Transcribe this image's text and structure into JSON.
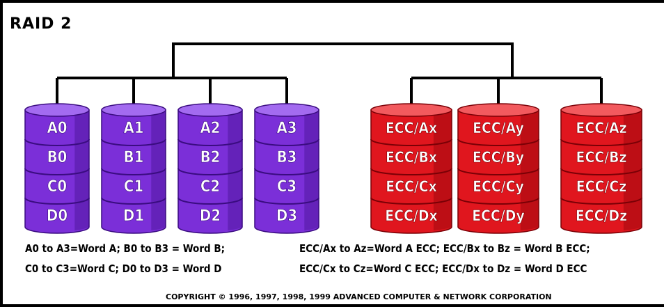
{
  "title": "RAID 2",
  "data_disks": {
    "color_side": "#7B2FD8",
    "color_top": "#A36BF0",
    "color_dark": "#3A0C80",
    "disks": [
      {
        "labels": [
          "A0",
          "B0",
          "C0",
          "D0"
        ]
      },
      {
        "labels": [
          "A1",
          "B1",
          "C1",
          "D1"
        ]
      },
      {
        "labels": [
          "A2",
          "B2",
          "C2",
          "D2"
        ]
      },
      {
        "labels": [
          "A3",
          "B3",
          "C3",
          "D3"
        ]
      }
    ]
  },
  "ecc_disks": {
    "color_side": "#E0161E",
    "color_top": "#F25A5E",
    "color_dark": "#7A0006",
    "disks": [
      {
        "labels": [
          "ECC/Ax",
          "ECC/Bx",
          "ECC/Cx",
          "ECC/Dx"
        ]
      },
      {
        "labels": [
          "ECC/Ay",
          "ECC/By",
          "ECC/Cy",
          "ECC/Dy"
        ]
      },
      {
        "labels": [
          "ECC/Az",
          "ECC/Bz",
          "ECC/Cz",
          "ECC/Dz"
        ]
      }
    ]
  },
  "captions": {
    "data_line1": "A0 to A3=Word A; B0 to B3 = Word B;",
    "data_line2": "C0 to C3=Word C; D0 to D3 = Word D",
    "ecc_line1": "ECC/Ax to Az=Word A ECC; ECC/Bx to Bz = Word B ECC;",
    "ecc_line2": "ECC/Cx to Cz=Word C ECC; ECC/Dx to Dz = Word D ECC"
  },
  "copyright": "COPYRIGHT © 1996, 1997, 1998, 1999 ADVANCED COMPUTER & NETWORK CORPORATION"
}
